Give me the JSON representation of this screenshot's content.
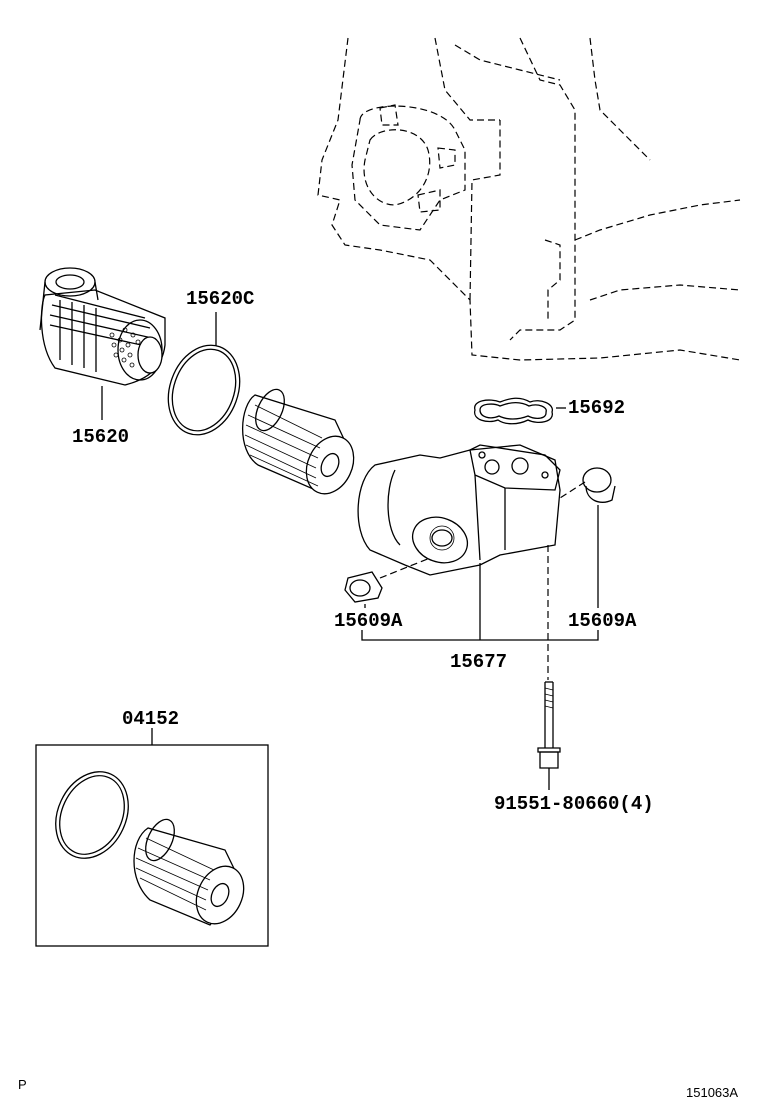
{
  "diagram": {
    "parts": [
      {
        "id": "p15620C",
        "label": "15620C"
      },
      {
        "id": "p15620",
        "label": "15620"
      },
      {
        "id": "p15692",
        "label": "15692"
      },
      {
        "id": "p15609A_left",
        "label": "15609A"
      },
      {
        "id": "p15609A_right",
        "label": "15609A"
      },
      {
        "id": "p15677",
        "label": "15677"
      },
      {
        "id": "p04152",
        "label": "04152"
      },
      {
        "id": "p91551",
        "label": "91551-80660(4)"
      }
    ],
    "corner_left": "P",
    "figure_code": "151063A"
  }
}
